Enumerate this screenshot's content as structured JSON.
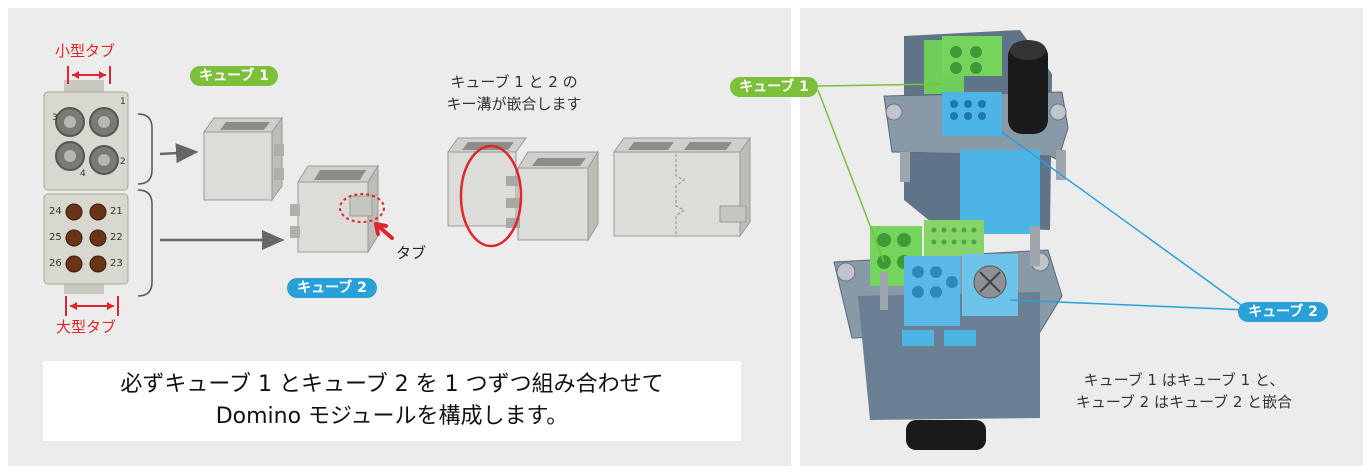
{
  "colors": {
    "green": "#7bbf3b",
    "blue": "#2aa0d8",
    "red": "#e0262b",
    "panel": "#ececec"
  },
  "labels": {
    "small_tab": "小型タブ",
    "large_tab": "大型タブ",
    "tab": "タブ",
    "cube1": "キューブ 1",
    "cube2": "キューブ 2"
  },
  "insert_numbers": [
    "3",
    "1",
    "4",
    "2",
    "24",
    "21",
    "25",
    "22",
    "26",
    "23"
  ],
  "notes": {
    "keyway_line1": "キューブ 1 と 2 の",
    "keyway_line2": "キー溝が嵌合します",
    "mate_line1": "キューブ 1 はキューブ 1 と、",
    "mate_line2": "キューブ 2 はキューブ 2 と嵌合"
  },
  "infobox": {
    "line1": "必ずキューブ 1 とキューブ 2 を 1 つずつ組み合わせて",
    "line2": "Domino モジュールを構成します。"
  }
}
